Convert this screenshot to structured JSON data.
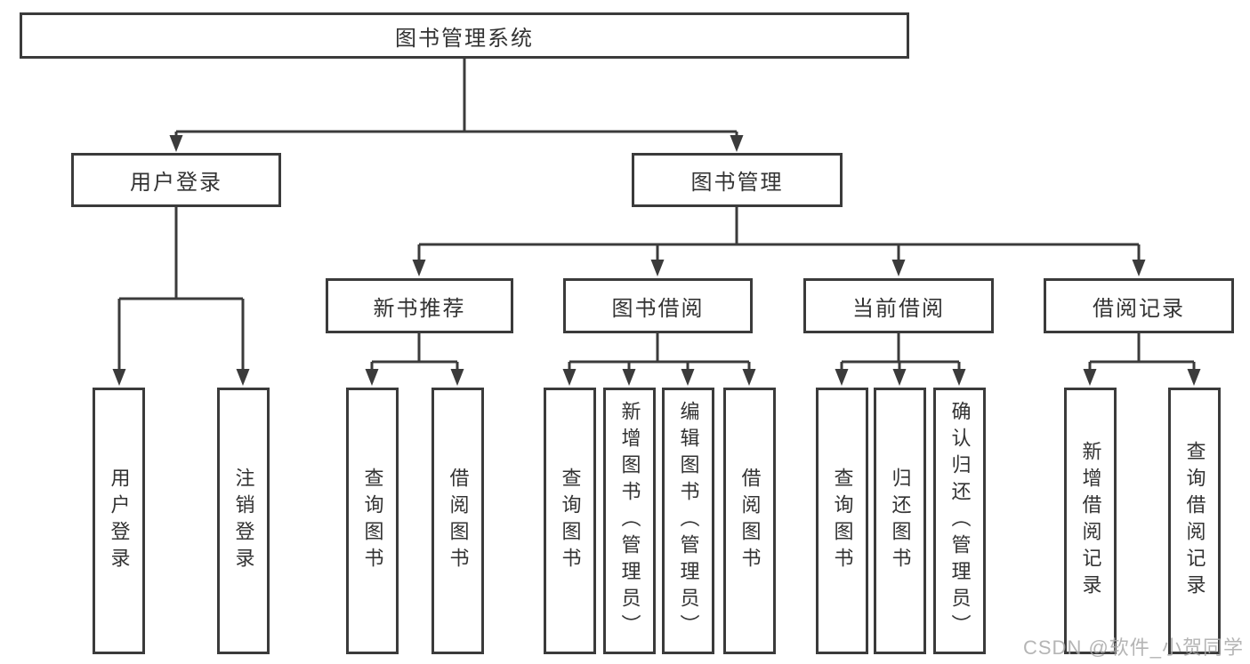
{
  "title": "图书管理系统",
  "branches": {
    "left": "用户登录",
    "right": "图书管理"
  },
  "login_children": [
    "用户登录",
    "注销登录"
  ],
  "groups": [
    {
      "label": "新书推荐",
      "children": [
        "查询图书",
        "借阅图书"
      ]
    },
    {
      "label": "图书借阅",
      "children": [
        "查询图书",
        "新增图书（管理员）",
        "编辑图书（管理员）",
        "借阅图书"
      ]
    },
    {
      "label": "当前借阅",
      "children": [
        "查询图书",
        "归还图书",
        "确认归还（管理员）"
      ]
    },
    {
      "label": "借阅记录",
      "children": [
        "新增借阅记录",
        "查询借阅记录"
      ]
    }
  ],
  "watermark": "CSDN @软件_小贺同学",
  "colors": {
    "line": "#3b3b3b",
    "text": "#333333",
    "watermark": "#a8a8a8",
    "background": "#ffffff"
  }
}
